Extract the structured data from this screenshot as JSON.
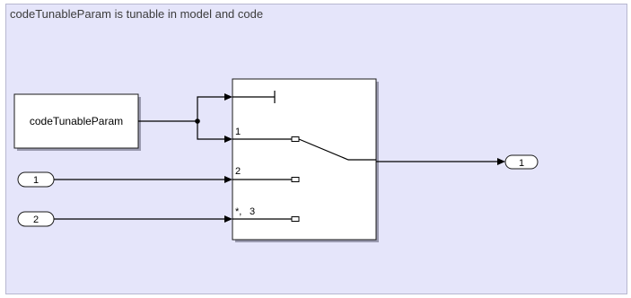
{
  "annotation": {
    "title": "codeTunableParam is tunable in model and code"
  },
  "blocks": {
    "constant": {
      "label": "codeTunableParam"
    },
    "inport_1": {
      "label": "1"
    },
    "inport_2": {
      "label": "2"
    },
    "outport_1": {
      "label": "1"
    },
    "switch": {
      "port_labels": [
        "1",
        "2",
        "3"
      ],
      "default_marker": "*,"
    }
  },
  "colors": {
    "area_background": "#e5e5fa",
    "block_fill": "#ffffff",
    "line": "#000000"
  }
}
